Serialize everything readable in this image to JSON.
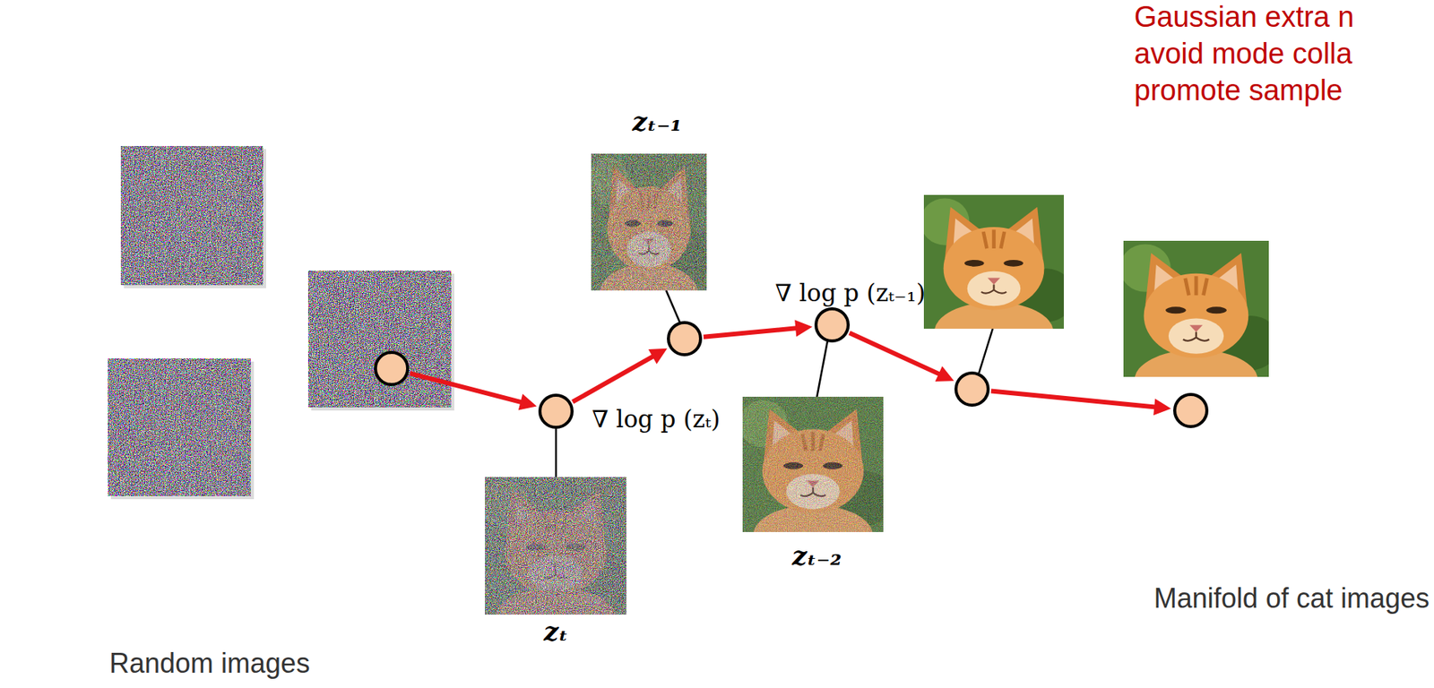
{
  "diagram": {
    "nodes": [
      {
        "text": [
          "Random images"
        ]
      },
      {
        "text": [],
        "in": 0
      },
      {
        "text": [
          "∇ log p (zₜ)"
        ]
      },
      {
        "text": []
      },
      {
        "text": [
          "∇ log p (zₜ₋₁)"
        ]
      },
      {
        "text": []
      },
      {
        "text": [
          "Manifold of cat images"
        ]
      },
      {
        "text": [],
        "in": 6
      }
    ],
    "edges": [
      {
        "from": 1,
        "to": 2,
        "arrow": "to"
      },
      {
        "from": 2,
        "to": 3,
        "arrow": "to"
      },
      {
        "from": 3,
        "to": 4,
        "arrow": "to"
      },
      {
        "from": 4,
        "to": 5,
        "arrow": "to"
      },
      {
        "from": 5,
        "to": 7,
        "arrow": "to"
      }
    ],
    "labels": [
      "zₜ₋₁",
      "zₜ",
      "zₜ₋₂",
      "Gaussian extra n",
      "avoid mode colla",
      "promote sample"
    ]
  }
}
